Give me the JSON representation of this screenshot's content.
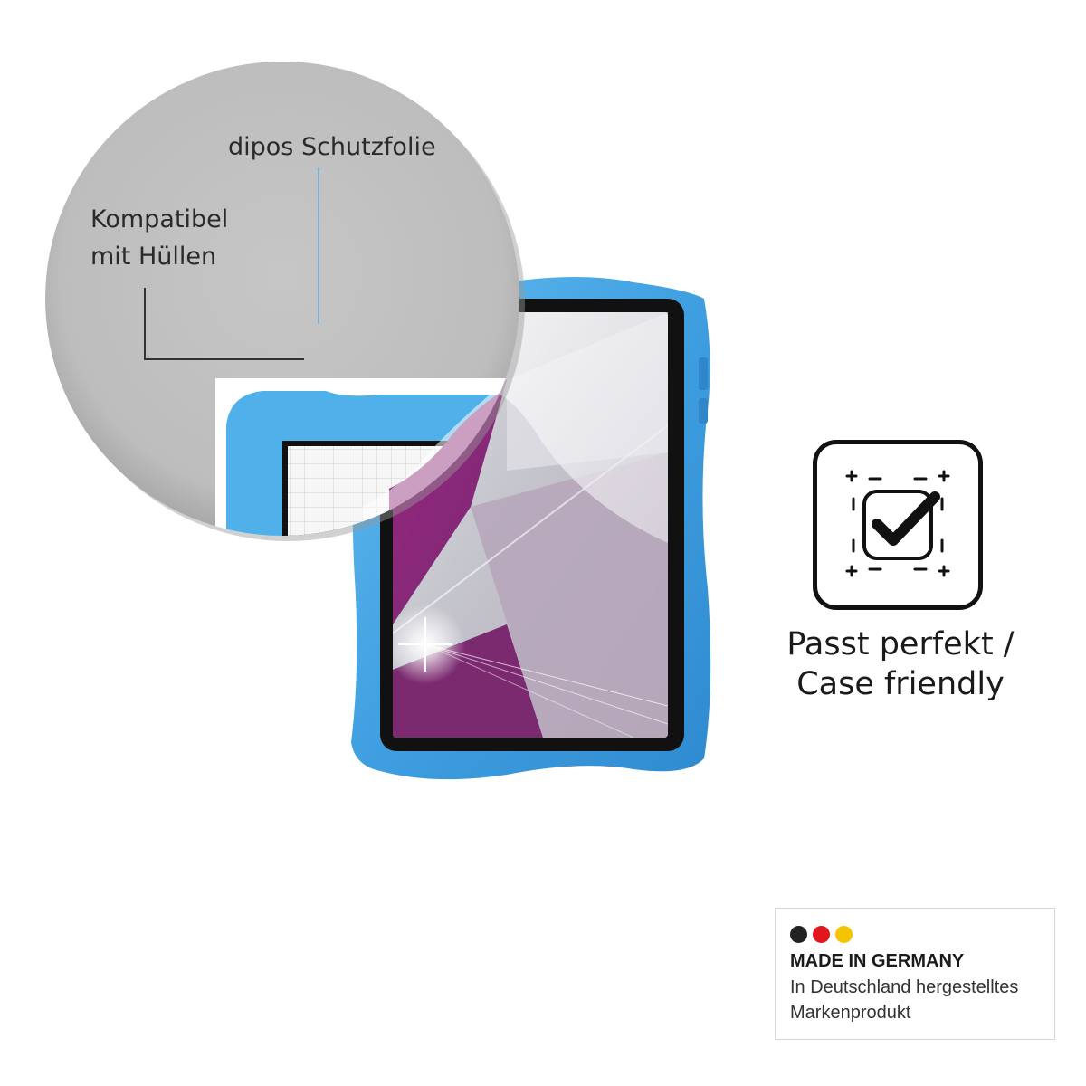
{
  "callout": {
    "protector_label": "dipos Schutzfolie",
    "case_label_lines": [
      "Kompatibel",
      "mit Hüllen"
    ]
  },
  "badge": {
    "icon": "case-friendly-check-icon",
    "caption_lines": [
      "Passt perfekt /",
      "Case friendly"
    ]
  },
  "made_in": {
    "title": "MADE IN GERMANY",
    "lines": [
      "In Deutschland hergestelltes",
      "Markenprodukt"
    ],
    "flag_dots": [
      "#222222",
      "#e2171c",
      "#f5c400"
    ]
  },
  "colors": {
    "case_blue": "#4aa8e6",
    "screen_purple": "#8a2a78",
    "callout_gray": "#c2c2c2",
    "guide_line_blue": "#7fb0cf"
  }
}
